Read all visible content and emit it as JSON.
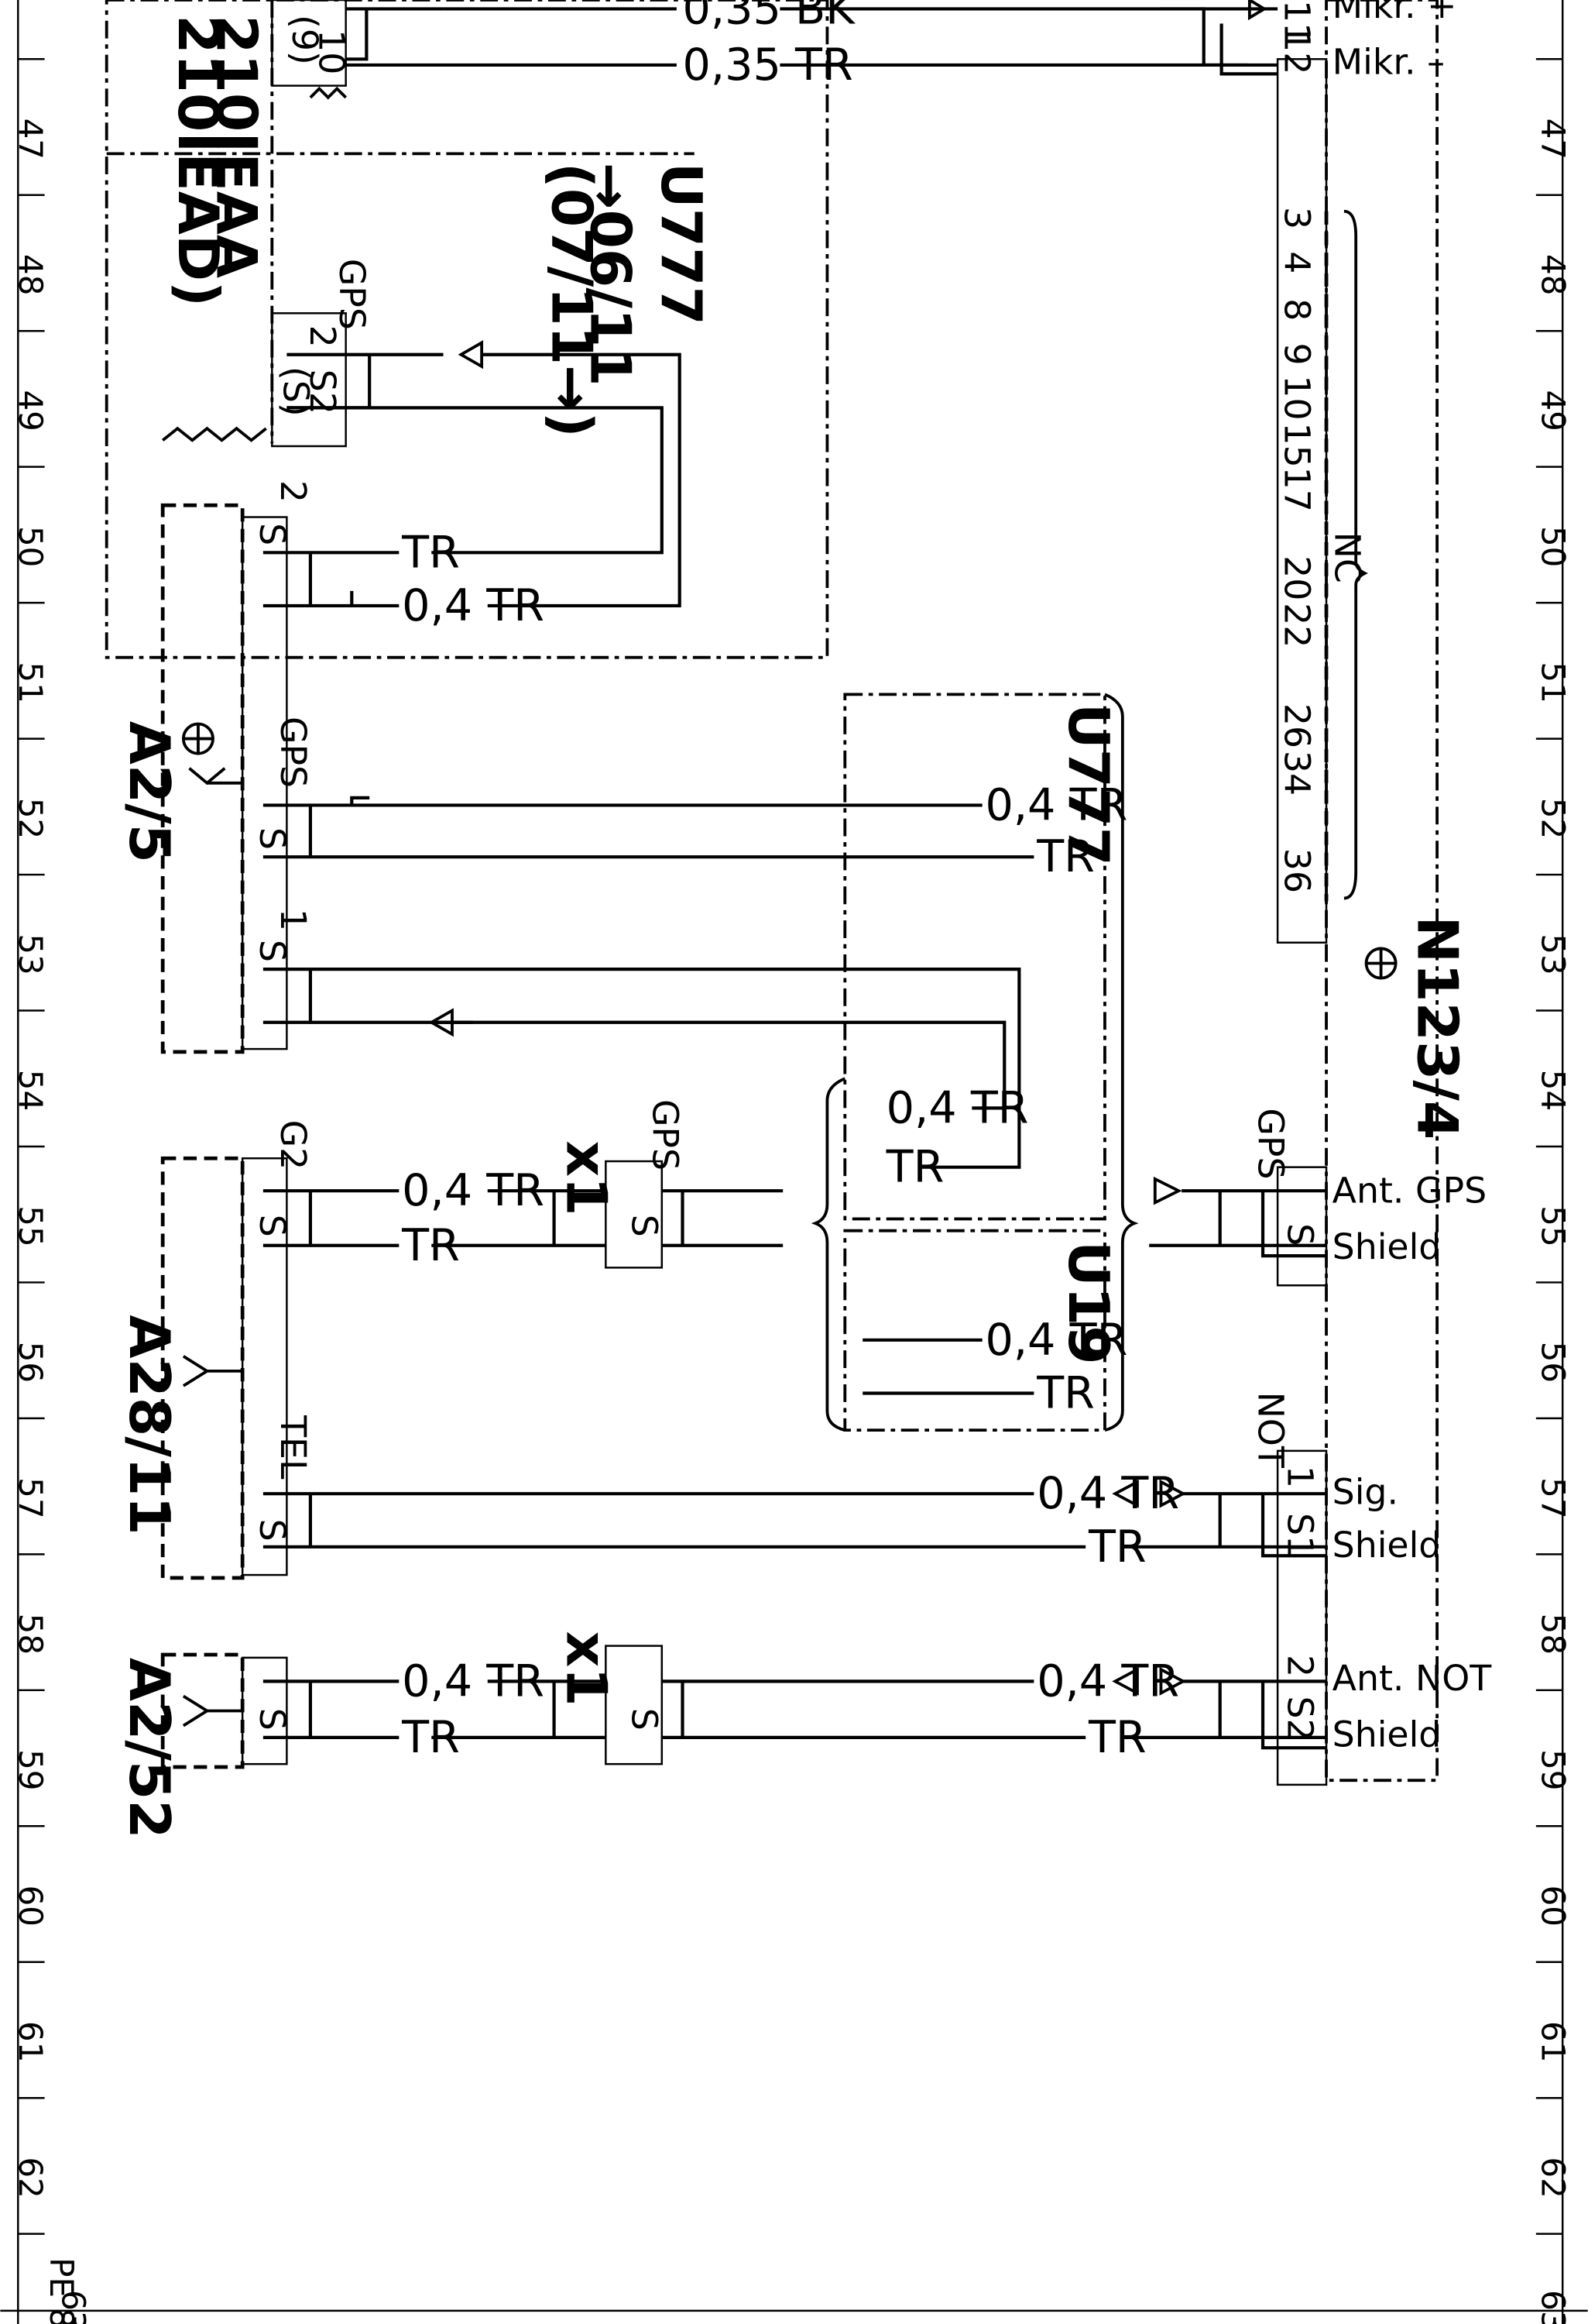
{
  "ruler": {
    "left_numbers": [
      "47",
      "48",
      "49",
      "50",
      "51",
      "52",
      "53",
      "54",
      "55",
      "56",
      "57",
      "58",
      "59",
      "60",
      "61",
      "62",
      "63"
    ],
    "right_numbers": [
      "47",
      "48",
      "49",
      "50",
      "51",
      "52",
      "53",
      "54",
      "55",
      "56",
      "57",
      "58",
      "59",
      "60",
      "61",
      "62",
      "63"
    ],
    "footer_code": "PE 8"
  },
  "top": {
    "model_line_1": "210IEAA",
    "model_line_2": "210IEAD)",
    "pin_10": "10",
    "pin_9": "(9)",
    "wire_bk": "0,35 BK",
    "wire_tr": "0,35 TR",
    "pin_11": "11",
    "pin_12": "12",
    "mikr_plus": "Mikr. +",
    "mikr_minus": "Mikr. –"
  },
  "u777_top": {
    "code": "U777",
    "range_1": "→06/11",
    "range_2": "(07/11→)",
    "gps_label": "GPS",
    "pin_2": "2",
    "pin_s2": "S2",
    "pin_s_paren": "(S)"
  },
  "a2_5": {
    "label": "A2/5",
    "pin_2": "2",
    "s_top": "S",
    "wire_tr": "TR",
    "wire_04tr": "0,4 TR",
    "gps_label": "GPS",
    "s_gps": "S",
    "pin_1": "1",
    "s_1": "S"
  },
  "u777_mid": {
    "code": "U777",
    "wire_04tr": "0,4 TR",
    "wire_tr": "TR",
    "wire_04tr_2": "0,4 TR",
    "wire_tr_2": "TR"
  },
  "u19": {
    "code": "U19",
    "wire_04tr": "0,4 TR",
    "wire_tr": "TR"
  },
  "n123_4": {
    "label": "N123/4",
    "nc_pins": [
      "3",
      "4",
      "8",
      "9",
      "10",
      "15",
      "17",
      "20",
      "22",
      "26",
      "34",
      "36"
    ],
    "nc_label": "NC",
    "gps_label": "GPS",
    "ant_gps": "Ant. GPS",
    "shield_1": "Shield",
    "s_gps": "S",
    "not_label": "NOT",
    "pin_1": "1",
    "s1": "S1",
    "sig": "Sig.",
    "shield_2": "Shield",
    "pin_2": "2",
    "s2": "S2",
    "ant_not": "Ant. NOT",
    "shield_3": "Shield"
  },
  "a28_11": {
    "label": "A28/11",
    "g2_label": "G2",
    "s_g2": "S",
    "wire_04tr": "0,4 TR",
    "wire_tr": "TR",
    "tel_label": "TEL",
    "s_tel": "S",
    "wire_04tr_long": "0,4 TR",
    "wire_tr_long": "TR"
  },
  "x1_gps": {
    "label": "x1",
    "gps_label": "GPS",
    "s_label": "S"
  },
  "a2_52": {
    "label": "A2/52",
    "s_label": "S",
    "wire_04tr": "0,4 TR",
    "wire_tr": "TR",
    "wire_04tr_long": "0,4 TR",
    "wire_tr_long": "TR"
  },
  "x1_not": {
    "label": "x1",
    "s_label": "S"
  }
}
